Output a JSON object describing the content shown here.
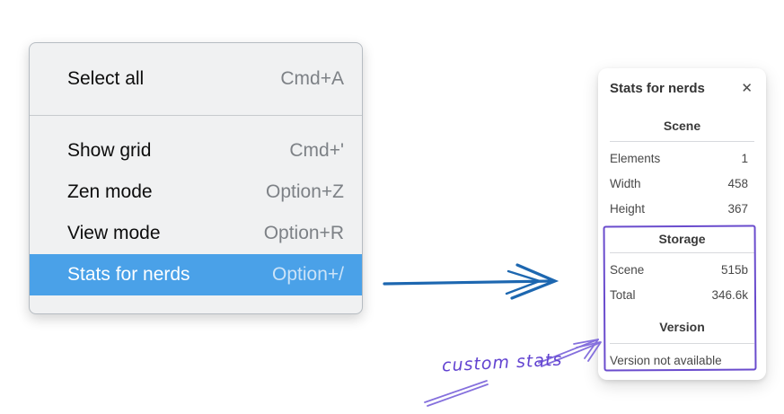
{
  "menu": {
    "groups": [
      {
        "items": [
          {
            "label": "Select all",
            "shortcut": "Cmd+A"
          }
        ]
      },
      {
        "items": [
          {
            "label": "Show grid",
            "shortcut": "Cmd+'"
          },
          {
            "label": "Zen mode",
            "shortcut": "Option+Z"
          },
          {
            "label": "View mode",
            "shortcut": "Option+R"
          },
          {
            "label": "Stats for nerds",
            "shortcut": "Option+/"
          }
        ]
      }
    ]
  },
  "stats_panel": {
    "title": "Stats for nerds",
    "close_glyph": "✕",
    "sections": [
      {
        "header": "Scene",
        "rows": [
          {
            "label": "Elements",
            "value": "1"
          },
          {
            "label": "Width",
            "value": "458"
          },
          {
            "label": "Height",
            "value": "367"
          }
        ]
      },
      {
        "header": "Storage",
        "rows": [
          {
            "label": "Scene",
            "value": "515b"
          },
          {
            "label": "Total",
            "value": "346.6k"
          }
        ]
      },
      {
        "header": "Version",
        "note": "Version not available"
      }
    ]
  },
  "annotation": {
    "label": "custom stats"
  },
  "colors": {
    "menu_bg": "#f0f1f2",
    "menu_highlight": "#4aa1e8",
    "flow_arrow_blue": "#1d67b0",
    "annotation_purple": "#6a4ccd",
    "panel_bg": "#ffffff"
  }
}
